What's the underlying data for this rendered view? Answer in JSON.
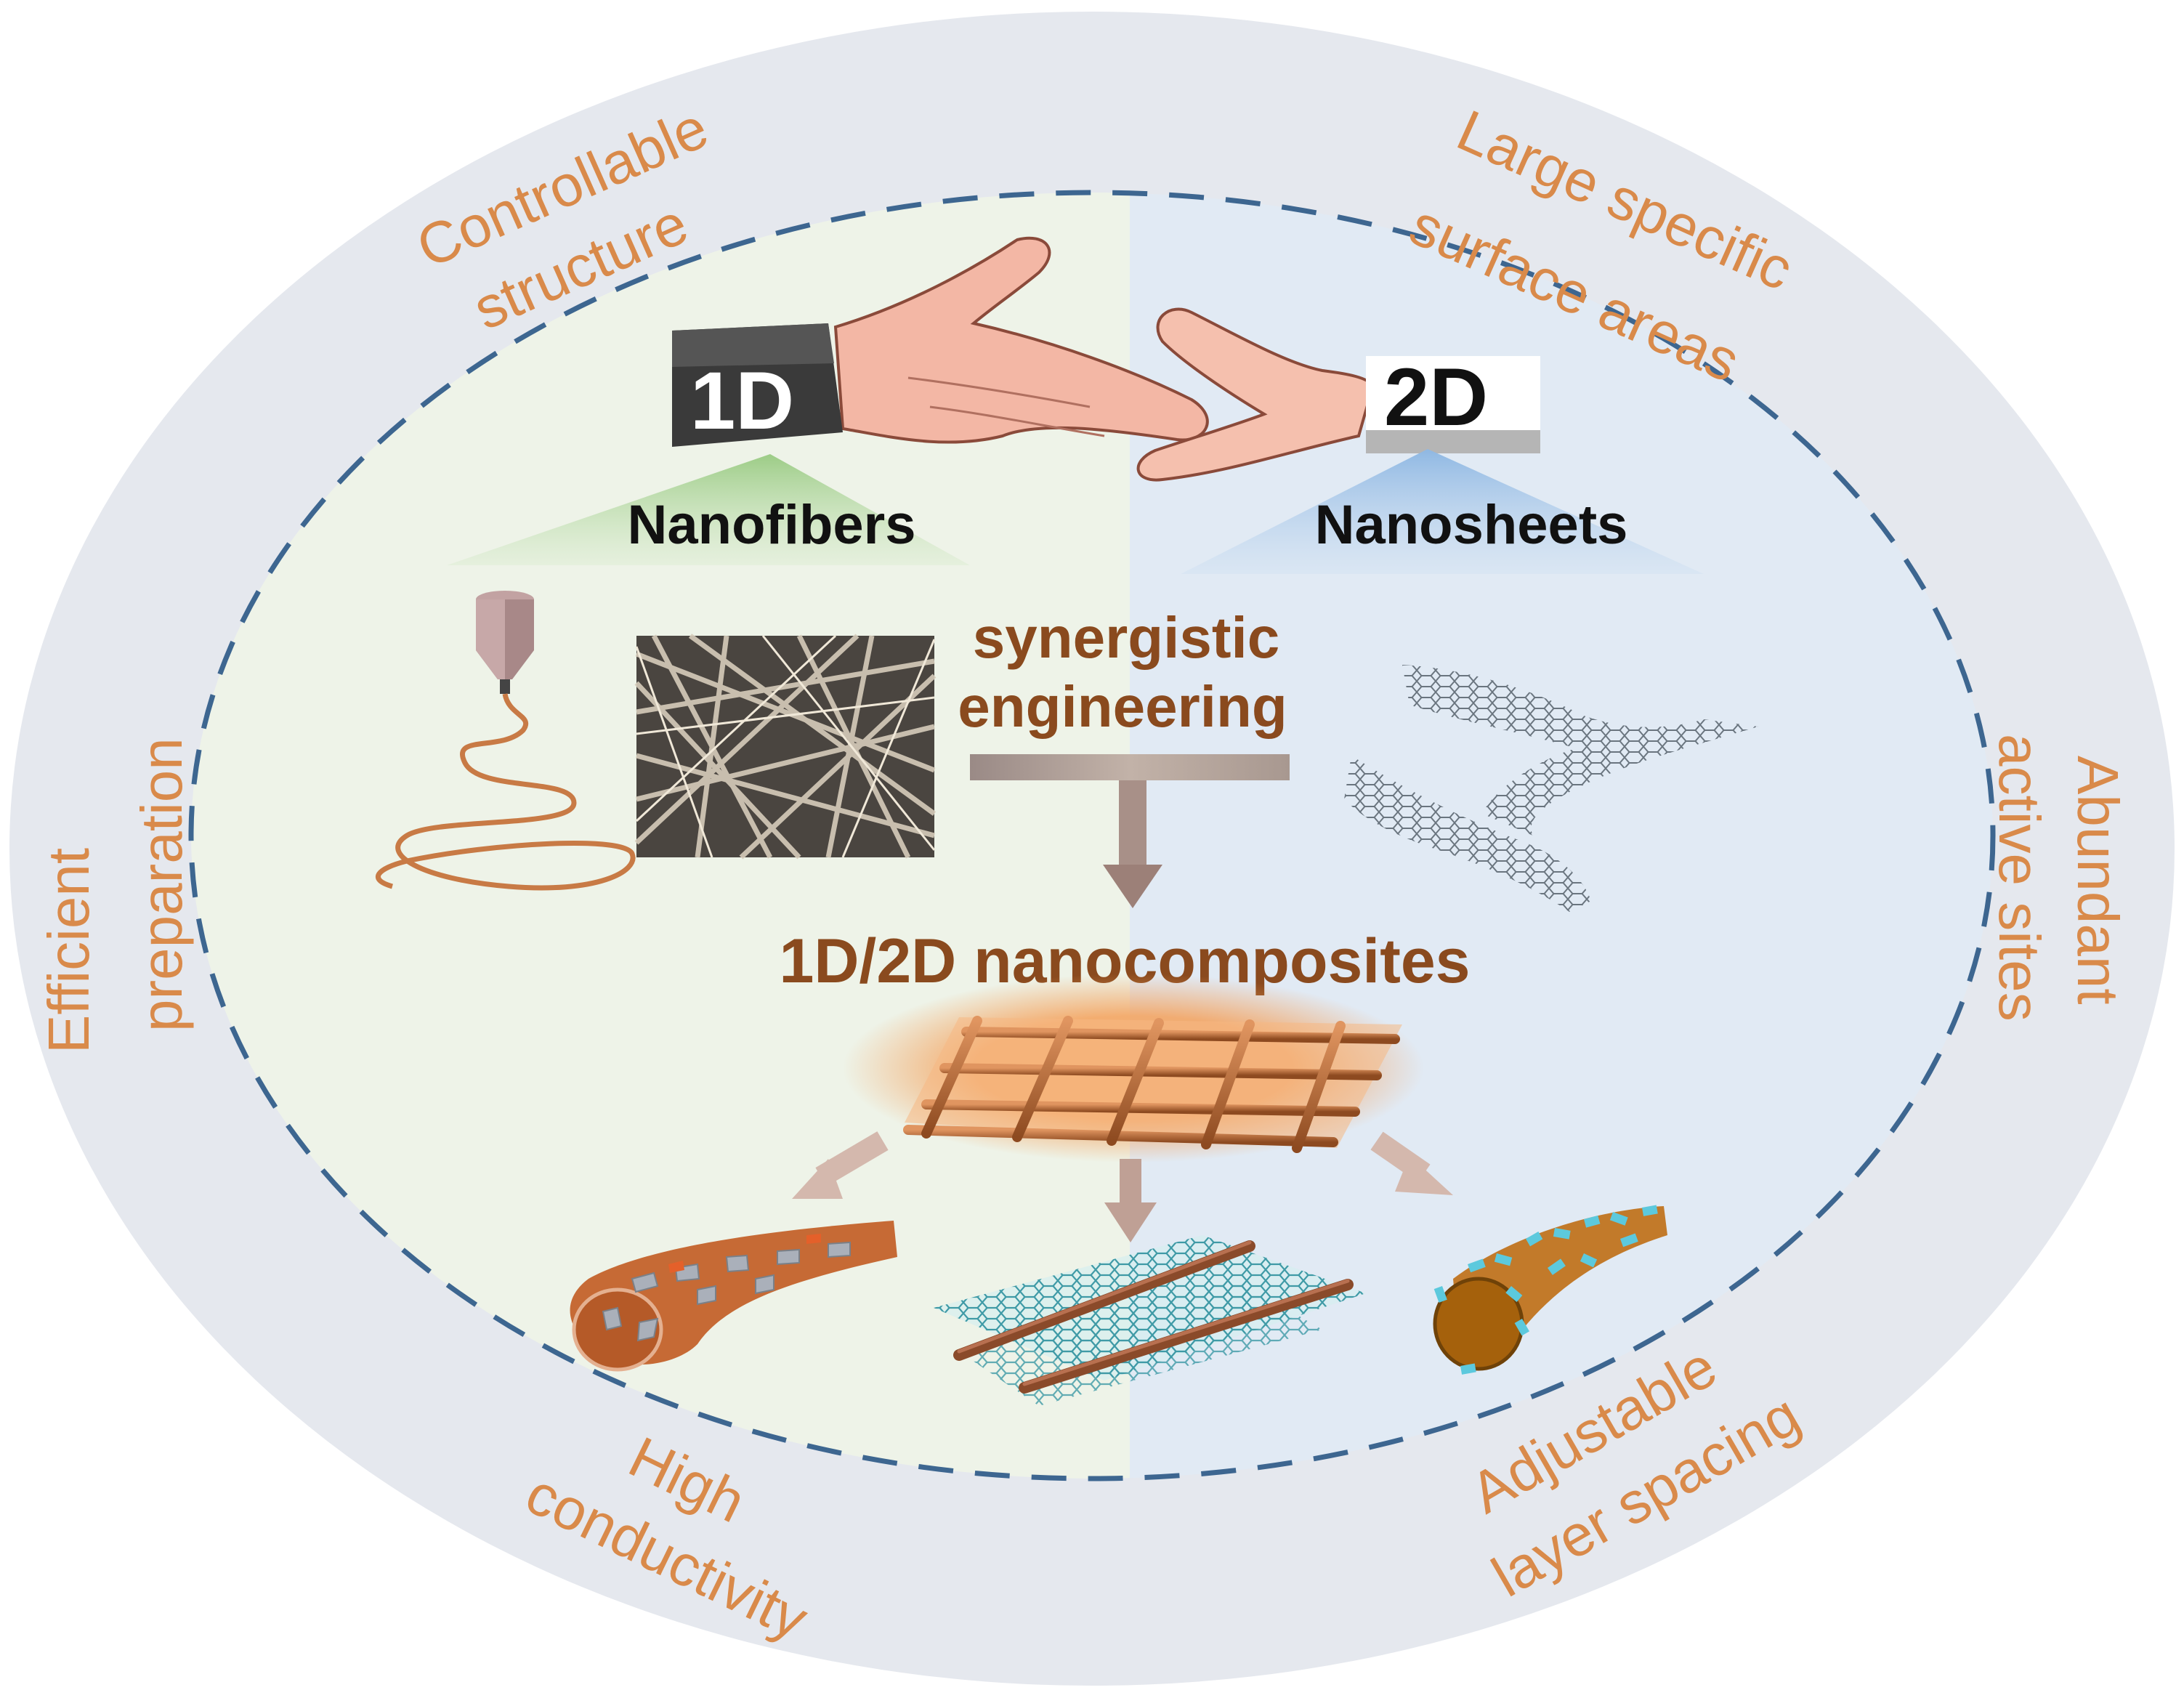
{
  "colors": {
    "outer_ring": "#e5e8ee",
    "left_half": "#eef3e8",
    "right_half": "#e0e9f3",
    "dash_line": "#3d6690",
    "orange_text": "#d98a4a",
    "brown_text": "#8a4a1e",
    "green_triangle": "#b9d9a8",
    "blue_triangle": "#a9c7e6",
    "arrow": "#b89f95",
    "fiber_orange": "#c96a2a",
    "sheet_teal": "#77c2cc"
  },
  "properties": {
    "controllable_line1": "Controllable",
    "controllable_line2": "structure",
    "large_line1": "Large specific",
    "large_line2": "surface areas",
    "efficient_line1": "Efficient",
    "efficient_line2": "preparation",
    "abundant_line1": "Abundant",
    "abundant_line2": "active sites",
    "high_line1": "High",
    "high_line2": "conductivity",
    "adjustable_line1": "Adjustable",
    "adjustable_line2": "layer spacing"
  },
  "badges": {
    "one_d": "1D",
    "two_d": "2D"
  },
  "categories": {
    "nanofibers": "Nanofibers",
    "nanosheets": "Nanosheets"
  },
  "center": {
    "synergy_line1": "synergistic",
    "synergy_line2": "engineering",
    "composites": "1D/2D nanocomposites"
  },
  "icons": [
    "handshake-icon",
    "electrospinning-nozzle-icon",
    "fiber-mat-icon",
    "graphene-sheet-icon",
    "fiber-grid-icon",
    "embedded-fiber-icon",
    "fibers-on-sheet-icon",
    "coated-fiber-icon"
  ]
}
